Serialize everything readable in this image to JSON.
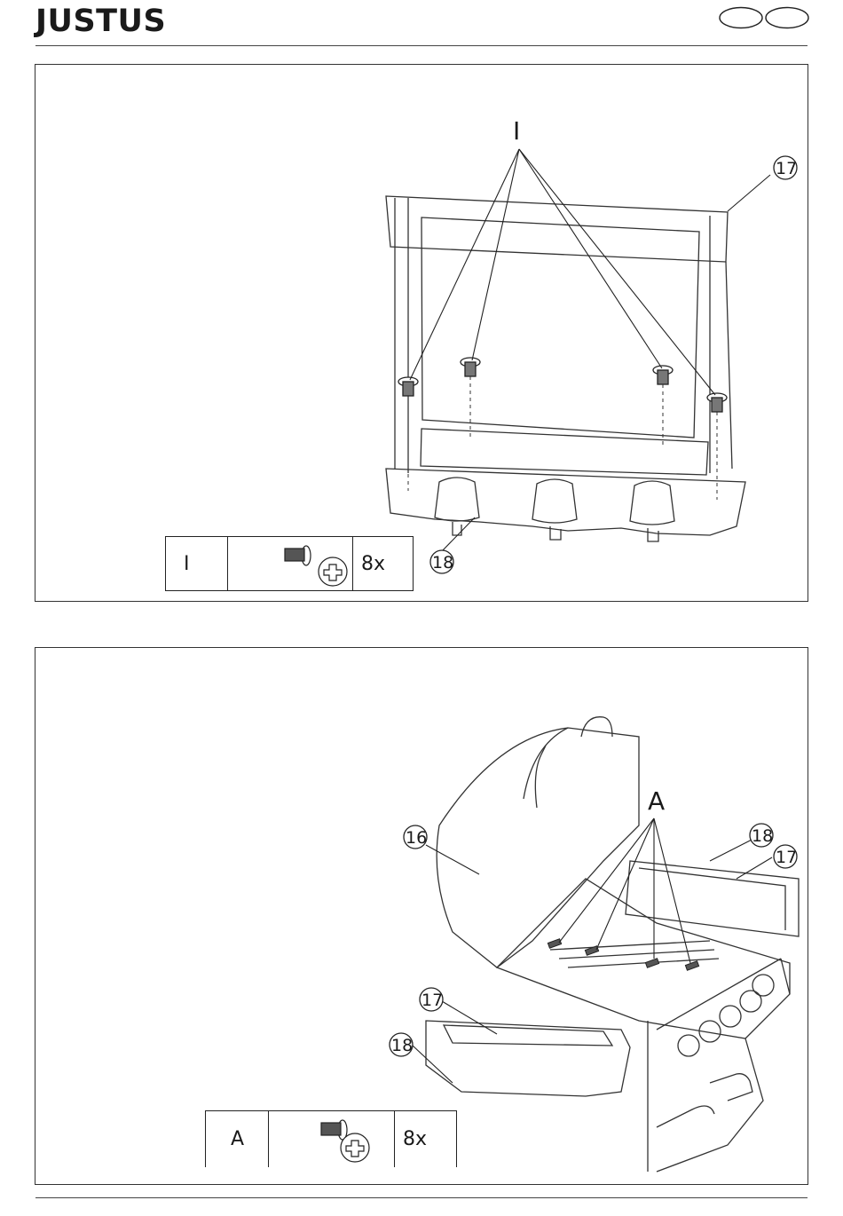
{
  "header": {
    "brand": "JUSTUS"
  },
  "step1": {
    "part_letter": "I",
    "callout_letter": "I",
    "quantity": "8x",
    "callouts": [
      "17",
      "18"
    ]
  },
  "step2": {
    "part_letter": "A",
    "callout_letter": "A",
    "quantity": "8x",
    "callouts": [
      "16",
      "18",
      "17",
      "17",
      "18"
    ]
  }
}
